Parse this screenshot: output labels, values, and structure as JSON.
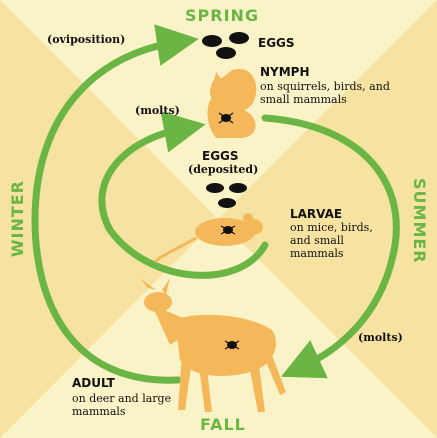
{
  "seasons": {
    "spring": "SPRING",
    "summer": "SUMMER",
    "fall": "FALL",
    "winter": "WINTER"
  },
  "stages": {
    "eggs_top": {
      "title": "EGGS"
    },
    "nymph": {
      "title": "NYMPH",
      "note": "on squirrels, birds, and small mammals"
    },
    "eggs_deposited": {
      "title": "EGGS",
      "note": "(deposited)"
    },
    "larvae": {
      "title": "LARVAE",
      "note": "on mice, birds, and small mammals"
    },
    "adult": {
      "title": "ADULT",
      "note": "on deer and large mammals"
    }
  },
  "transitions": {
    "oviposition": "(oviposition)",
    "molts_left": "(molts)",
    "molts_right": "(molts)"
  },
  "colors": {
    "background_light": "#fbf3c8",
    "background_dark": "#f6e3a2",
    "arrow_green": "#6bb544",
    "animal_orange": "#f4b75a",
    "text_dark": "#111111"
  },
  "icons": [
    "tick-icon",
    "egg-icon",
    "squirrel-icon",
    "mouse-icon",
    "deer-icon"
  ]
}
